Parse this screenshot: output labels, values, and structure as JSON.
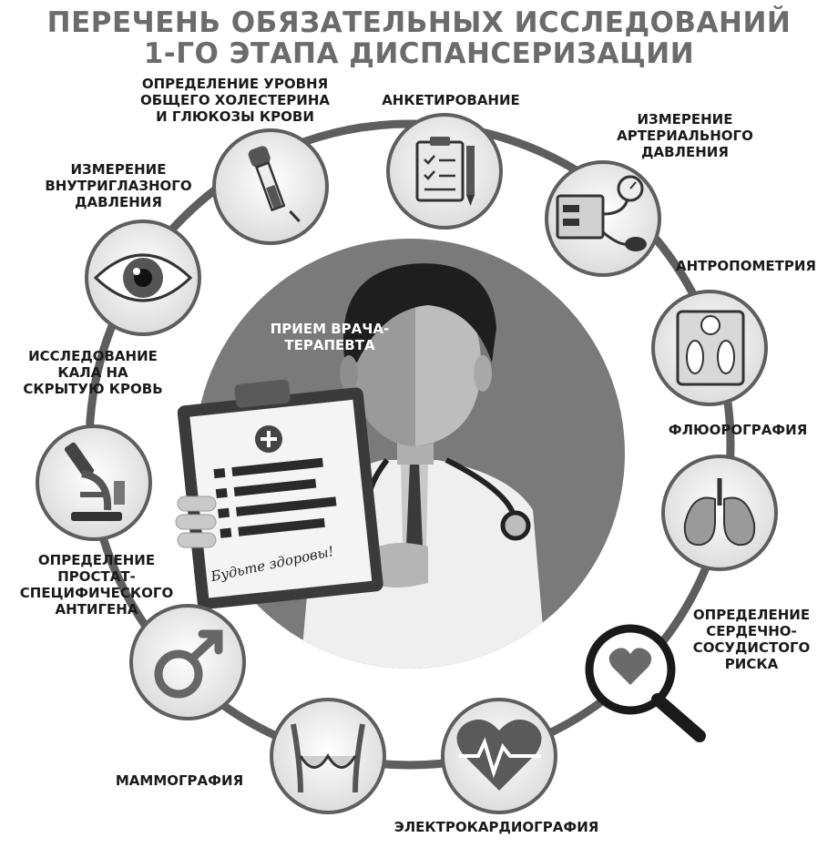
{
  "title": {
    "line1": "ПЕРЕЧЕНЬ ОБЯЗАТЕЛЬНЫХ ИССЛЕДОВАНИЙ",
    "line2": "1-ГО ЭТАПА ДИСПАНСЕРИЗАЦИИ"
  },
  "center": {
    "label": "ПРИЕМ ВРАЧА-\nТЕРАПЕВТА",
    "clipboard_text": "Будьте здоровы!"
  },
  "items": [
    {
      "id": "anketirovanie",
      "label": "АНКЕТИРОВАНИЕ",
      "icon": "clipboard-pen-icon"
    },
    {
      "id": "blood-pressure",
      "label": "ИЗМЕРЕНИЕ\nАРТЕРИАЛЬНОГО\nДАВЛЕНИЯ",
      "icon": "tonometer-icon"
    },
    {
      "id": "anthropometry",
      "label": "АНТРОПОМЕТРИЯ",
      "icon": "scale-icon"
    },
    {
      "id": "fluorography",
      "label": "ФЛЮОРОГРАФИЯ",
      "icon": "lungs-icon"
    },
    {
      "id": "cardio-risk",
      "label": "ОПРЕДЕЛЕНИЕ\nСЕРДЕЧНО-\nСОСУДИСТОГО\nРИСКА",
      "icon": "heart-magnifier-icon"
    },
    {
      "id": "ecg",
      "label": "ЭЛЕКТРОКАРДИОГРАФИЯ",
      "icon": "heart-pulse-icon"
    },
    {
      "id": "mammography",
      "label": "МАММОГРАФИЯ",
      "icon": "torso-icon"
    },
    {
      "id": "psa",
      "label": "ОПРЕДЕЛЕНИЕ\nПРОСТАТ-\nСПЕЦИФИЧЕСКОГО\nАНТИГЕНА",
      "icon": "male-symbol-icon"
    },
    {
      "id": "stool-blood",
      "label": "ИССЛЕДОВАНИЕ\nКАЛА НА\nСКРЫТУЮ КРОВЬ",
      "icon": "microscope-icon"
    },
    {
      "id": "eye-pressure",
      "label": "ИЗМЕРЕНИЕ\nВНУТРИГЛАЗНОГО\nДАВЛЕНИЯ",
      "icon": "eye-icon"
    },
    {
      "id": "cholesterol",
      "label": "ОПРЕДЕЛЕНИЕ УРОВНЯ\nОБЩЕГО ХОЛЕСТЕРИНА\nИ ГЛЮКОЗЫ КРОВИ",
      "icon": "pipette-icon"
    }
  ]
}
